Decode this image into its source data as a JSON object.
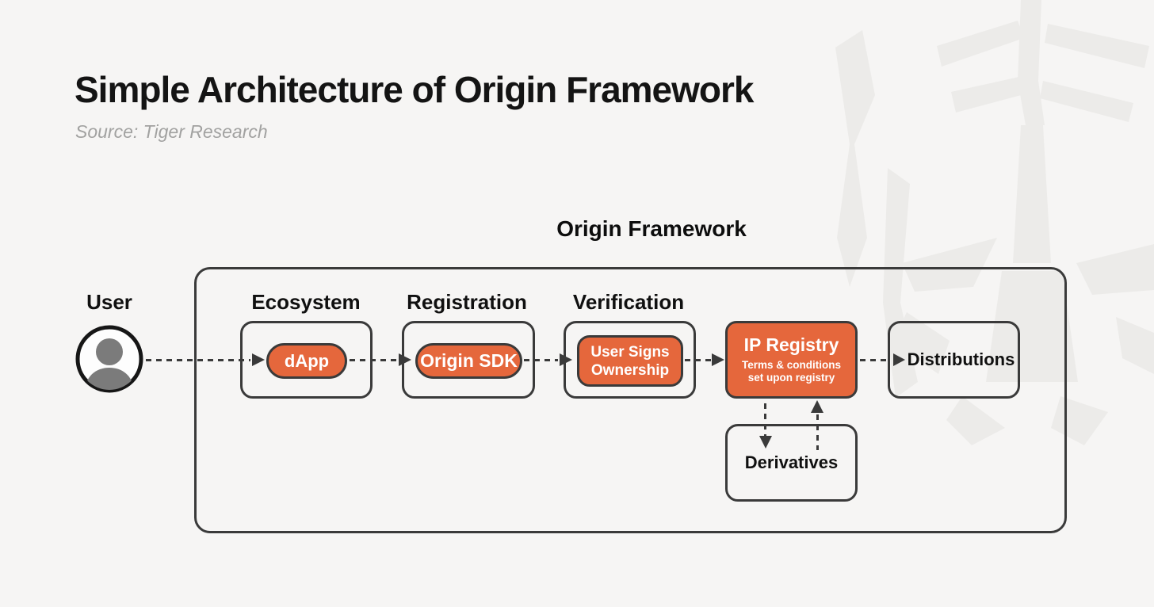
{
  "header": {
    "title": "Simple Architecture of Origin Framework",
    "source": "Source: Tiger Research"
  },
  "diagram": {
    "framework_label": "Origin Framework",
    "user_label": "User",
    "sections": [
      {
        "label": "Ecosystem",
        "node": "dApp"
      },
      {
        "label": "Registration",
        "node": "Origin SDK"
      },
      {
        "label": "Verification",
        "node_line1": "User Signs",
        "node_line2": "Ownership"
      }
    ],
    "ip_registry": {
      "title": "IP Registry",
      "subtitle_line1": "Terms & conditions",
      "subtitle_line2": "set upon registry"
    },
    "distributions_label": "Distributions",
    "derivatives_label": "Derivatives"
  },
  "icons": {
    "user_avatar": "person-avatar-icon",
    "watermark": "tiger-face-watermark",
    "connector_arrows": "triangle-arrowhead-icons"
  },
  "colors": {
    "background": "#F6F5F4",
    "accent_orange": "#E5673C",
    "line_dark": "#3A3A3A",
    "title_text": "#141414",
    "muted_text": "#A2A2A1",
    "watermark": "#ECEBE9",
    "node_text": "#FFFFFF"
  }
}
